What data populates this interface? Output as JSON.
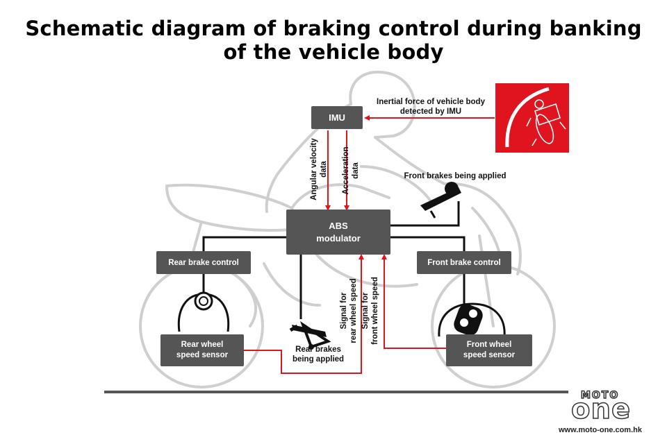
{
  "title": {
    "line1": "Schematic diagram of braking control during banking",
    "line2": "of the vehicle body"
  },
  "boxes": {
    "imu": "IMU",
    "abs_line1": "ABS",
    "abs_line2": "modulator",
    "rear_brake_control": "Rear brake control",
    "front_brake_control": "Front brake control",
    "rear_sensor_line1": "Rear wheel",
    "rear_sensor_line2": "speed sensor",
    "front_sensor_line1": "Front wheel",
    "front_sensor_line2": "speed sensor"
  },
  "labels": {
    "inertial_line1": "Inertial force of vehicle body",
    "inertial_line2": "detected by IMU",
    "angular_line1": "Angular velocity",
    "angular_line2": "data",
    "accel_line1": "Acceleration",
    "accel_line2": "data",
    "front_brakes_applied": "Front brakes being applied",
    "rear_brakes_line1": "Rear brakes",
    "rear_brakes_line2": "being applied",
    "signal_rear_line1": "Signal for",
    "signal_rear_line2": "rear wheel speed",
    "signal_front_line1": "Signal for",
    "signal_front_line2": "front wheel speed"
  },
  "watermark": {
    "brand_small": "MOTO",
    "brand_large": "one",
    "url": "www.moto-one.com.hk"
  },
  "colors": {
    "box": "#555555",
    "signal_red": "#e0141e",
    "line_black": "#111111",
    "outline_gray": "#cccccc",
    "ground": "#555555"
  }
}
